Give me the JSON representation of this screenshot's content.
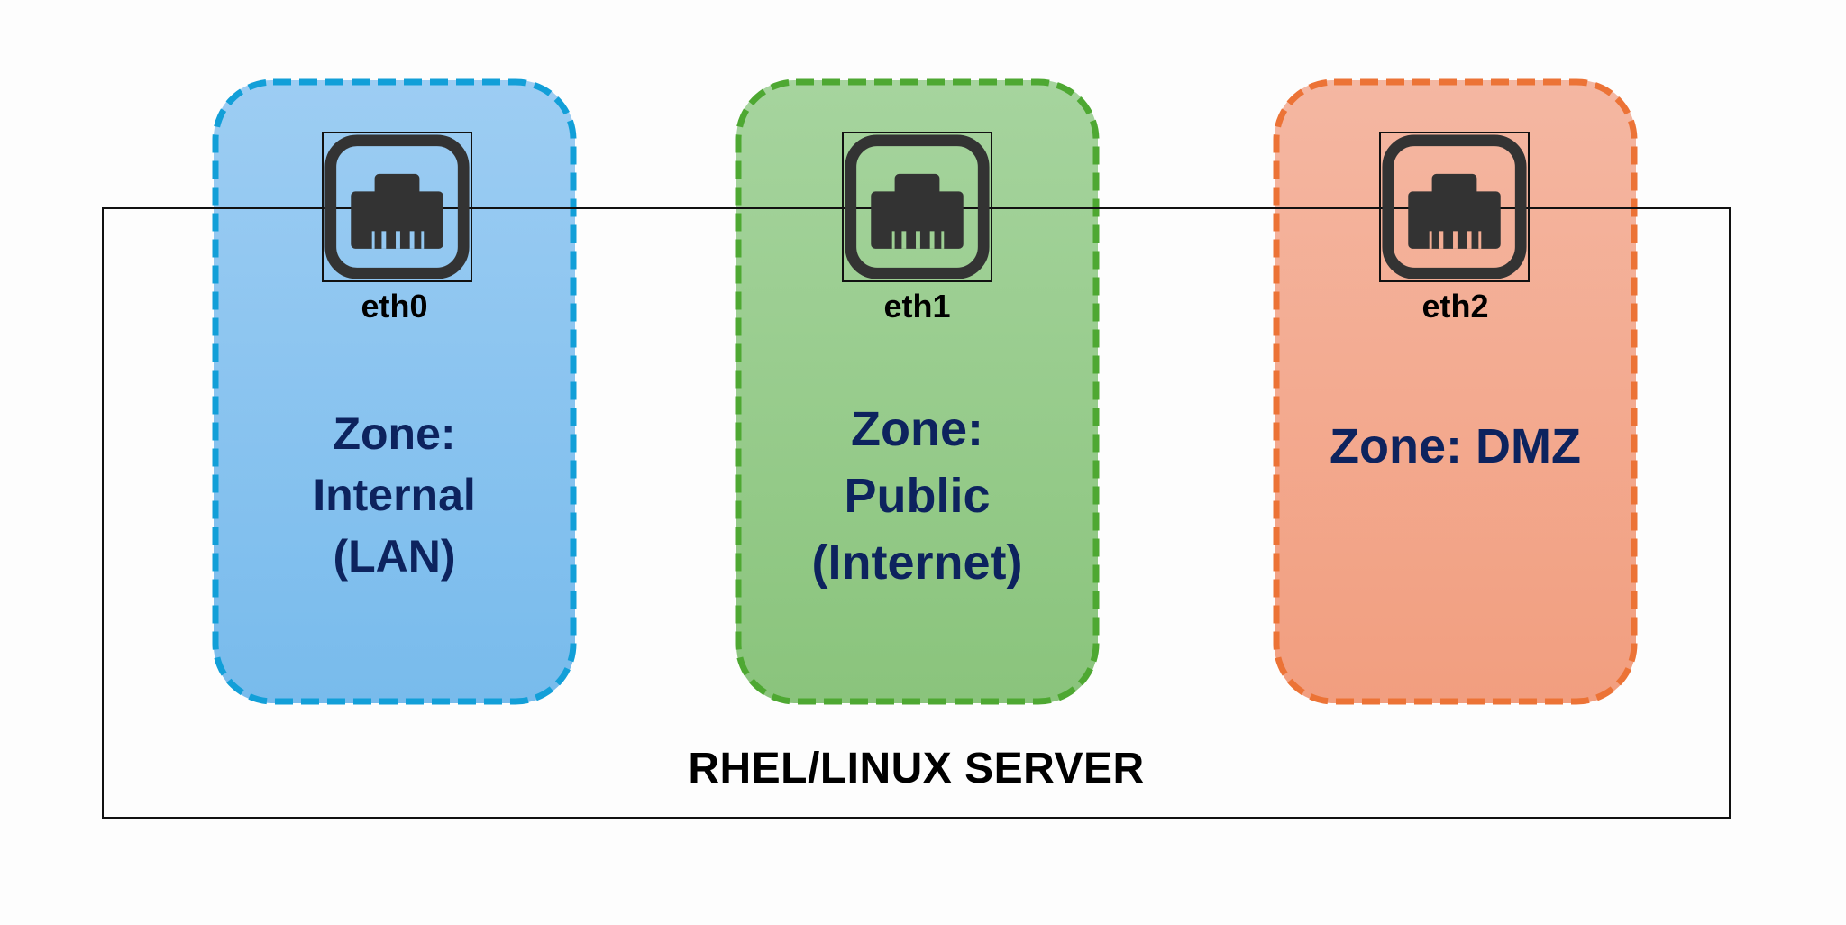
{
  "diagram": {
    "server_label": "RHEL/LINUX SERVER",
    "zones": [
      {
        "interface": "eth0",
        "icon": "ethernet-port-icon",
        "label_lines": [
          "Zone:",
          "Internal",
          "(LAN)"
        ],
        "fill_color": "#8cc4f0",
        "border_color": "#129fd8"
      },
      {
        "interface": "eth1",
        "icon": "ethernet-port-icon",
        "label_lines": [
          "Zone:",
          "Public",
          "(Internet)"
        ],
        "fill_color": "#98cc8c",
        "border_color": "#4ea832"
      },
      {
        "interface": "eth2",
        "icon": "ethernet-port-icon",
        "label_lines": [
          "Zone: DMZ"
        ],
        "fill_color": "#f3aa90",
        "border_color": "#ec7336"
      }
    ],
    "text_color": "#0d235e",
    "icon_color": "#333333"
  }
}
